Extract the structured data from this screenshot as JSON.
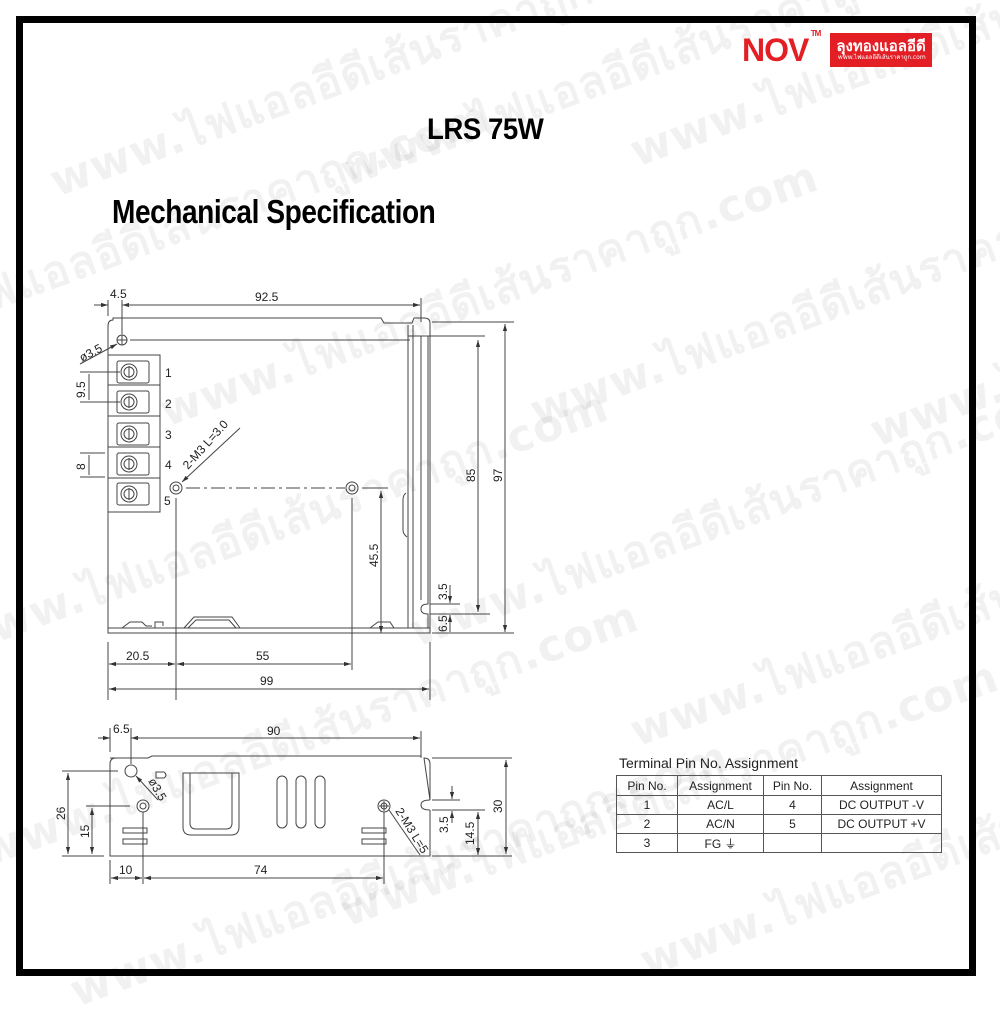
{
  "brand": {
    "logo_text": "NOV",
    "trademark": "TM",
    "thai_name": "ลุงทองแอลอีดี",
    "url": "www.ไฟแอลอีดีเส้นราคาถูก.com",
    "color": "#e31e24"
  },
  "watermark": {
    "text": "www.ไฟแอลอีดีเส้นราคาถูก.com",
    "color": "rgba(0,0,0,0.055)"
  },
  "title": "LRS 75W",
  "subtitle": "Mechanical Specification",
  "top_view": {
    "dimensions": {
      "hole_offset": "4.5",
      "top_width": "92.5",
      "hole_dia": "ø3.5",
      "terminal_pitch": "9.5",
      "terminal_height": "8",
      "mount_label": "2-M3 L=3.0",
      "inner_height": "85",
      "total_height": "97",
      "mount_vertical": "45.5",
      "notch_width": "3.5",
      "notch_offset": "6.5",
      "left_offset": "20.5",
      "hole_spacing": "55",
      "total_width": "99"
    },
    "terminal_numbers": [
      "1",
      "2",
      "3",
      "4",
      "5"
    ]
  },
  "side_view": {
    "dimensions": {
      "hole_offset": "6.5",
      "top_width": "90",
      "hole_dia": "ø3.5",
      "hole_height_1": "26",
      "hole_height_2": "15",
      "mount_label": "2-M3 L=5",
      "notch_width": "3.5",
      "notch_height": "14.5",
      "total_height": "30",
      "left_offset": "10",
      "hole_spacing": "74"
    }
  },
  "pin_table": {
    "title": "Terminal Pin No.  Assignment",
    "headers": [
      "Pin No.",
      "Assignment",
      "Pin No.",
      "Assignment"
    ],
    "rows": [
      [
        "1",
        "AC/L",
        "4",
        "DC OUTPUT -V"
      ],
      [
        "2",
        "AC/N",
        "5",
        "DC OUTPUT +V"
      ],
      [
        "3",
        "FG ⏚",
        "",
        ""
      ]
    ]
  }
}
